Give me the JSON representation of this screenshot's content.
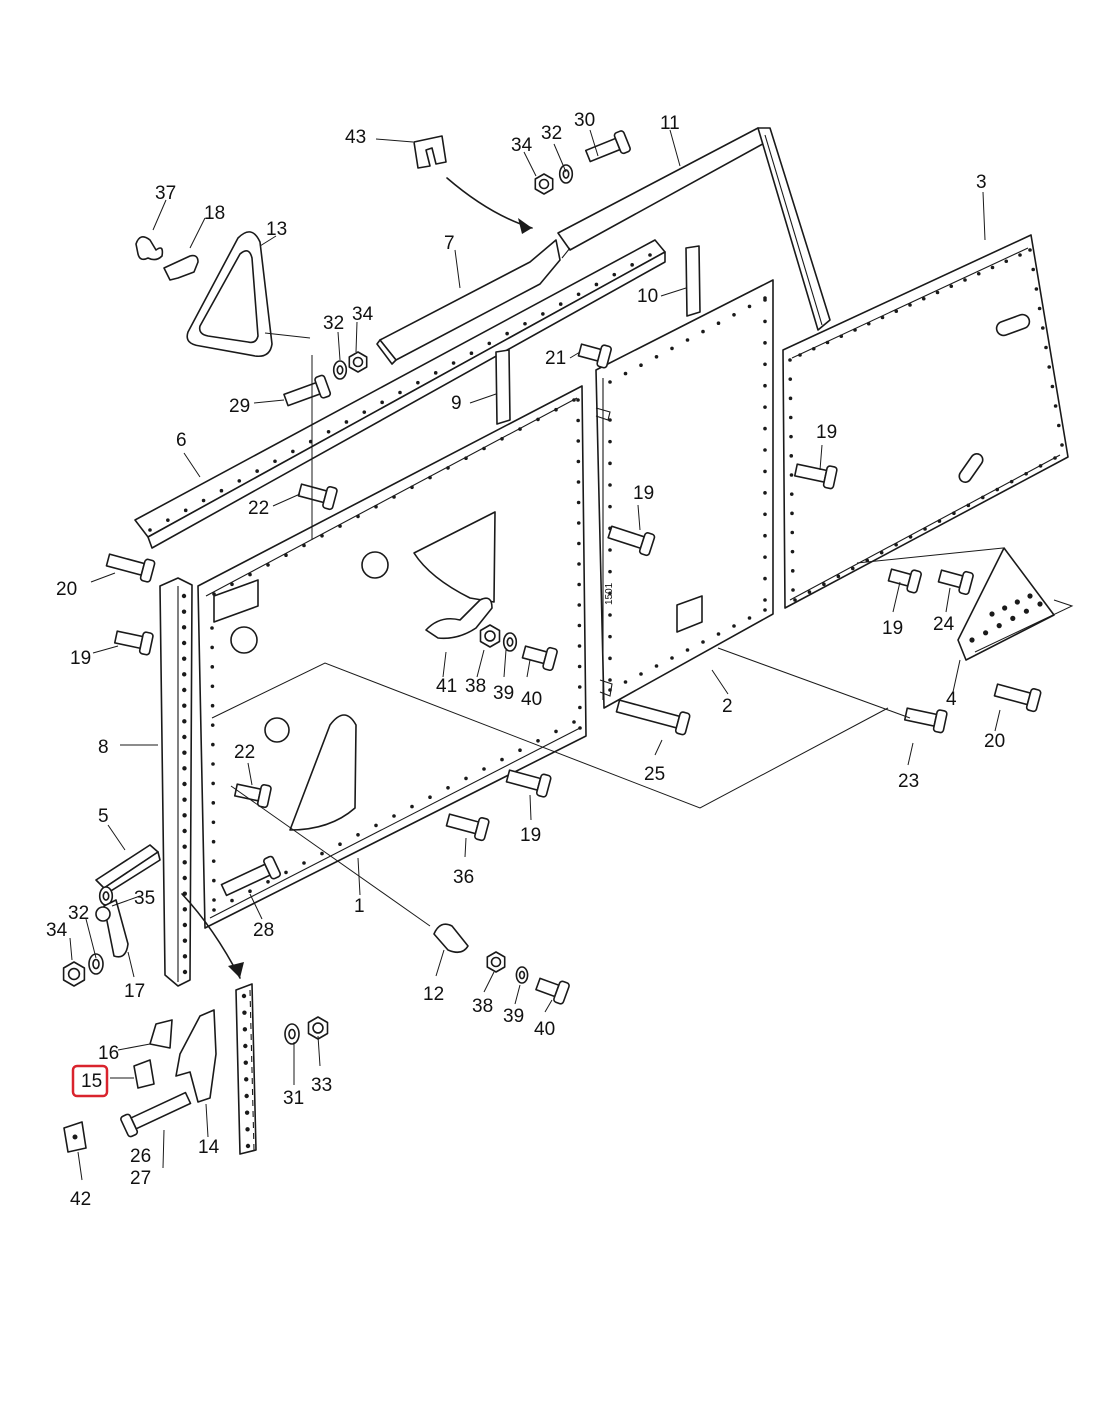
{
  "diagram": {
    "highlight_color": "#d9232d",
    "highlighted_callout": "15",
    "callouts": [
      {
        "id": "c1",
        "text": "1"
      },
      {
        "id": "c2",
        "text": "2"
      },
      {
        "id": "c3",
        "text": "3"
      },
      {
        "id": "c4",
        "text": "4"
      },
      {
        "id": "c5",
        "text": "5"
      },
      {
        "id": "c6",
        "text": "6"
      },
      {
        "id": "c7",
        "text": "7"
      },
      {
        "id": "c8",
        "text": "8"
      },
      {
        "id": "c9",
        "text": "9"
      },
      {
        "id": "c10",
        "text": "10"
      },
      {
        "id": "c11",
        "text": "11"
      },
      {
        "id": "c12",
        "text": "12"
      },
      {
        "id": "c13",
        "text": "13"
      },
      {
        "id": "c14",
        "text": "14"
      },
      {
        "id": "c15",
        "text": "15"
      },
      {
        "id": "c16",
        "text": "16"
      },
      {
        "id": "c17",
        "text": "17"
      },
      {
        "id": "c18",
        "text": "18"
      },
      {
        "id": "c19a",
        "text": "19"
      },
      {
        "id": "c19b",
        "text": "19"
      },
      {
        "id": "c19c",
        "text": "19"
      },
      {
        "id": "c19d",
        "text": "19"
      },
      {
        "id": "c19e",
        "text": "19"
      },
      {
        "id": "c20a",
        "text": "20"
      },
      {
        "id": "c20b",
        "text": "20"
      },
      {
        "id": "c21",
        "text": "21"
      },
      {
        "id": "c22a",
        "text": "22"
      },
      {
        "id": "c22b",
        "text": "22"
      },
      {
        "id": "c23",
        "text": "23"
      },
      {
        "id": "c24",
        "text": "24"
      },
      {
        "id": "c25",
        "text": "25"
      },
      {
        "id": "c26",
        "text": "26"
      },
      {
        "id": "c27",
        "text": "27"
      },
      {
        "id": "c28",
        "text": "28"
      },
      {
        "id": "c29",
        "text": "29"
      },
      {
        "id": "c30",
        "text": "30"
      },
      {
        "id": "c31",
        "text": "31"
      },
      {
        "id": "c32a",
        "text": "32"
      },
      {
        "id": "c32b",
        "text": "32"
      },
      {
        "id": "c32c",
        "text": "32"
      },
      {
        "id": "c33",
        "text": "33"
      },
      {
        "id": "c34a",
        "text": "34"
      },
      {
        "id": "c34b",
        "text": "34"
      },
      {
        "id": "c34c",
        "text": "34"
      },
      {
        "id": "c35",
        "text": "35"
      },
      {
        "id": "c36",
        "text": "36"
      },
      {
        "id": "c37",
        "text": "37"
      },
      {
        "id": "c38a",
        "text": "38"
      },
      {
        "id": "c38b",
        "text": "38"
      },
      {
        "id": "c39a",
        "text": "39"
      },
      {
        "id": "c39b",
        "text": "39"
      },
      {
        "id": "c40a",
        "text": "40"
      },
      {
        "id": "c40b",
        "text": "40"
      },
      {
        "id": "c41",
        "text": "41"
      },
      {
        "id": "c42",
        "text": "42"
      },
      {
        "id": "c43",
        "text": "43"
      }
    ]
  }
}
